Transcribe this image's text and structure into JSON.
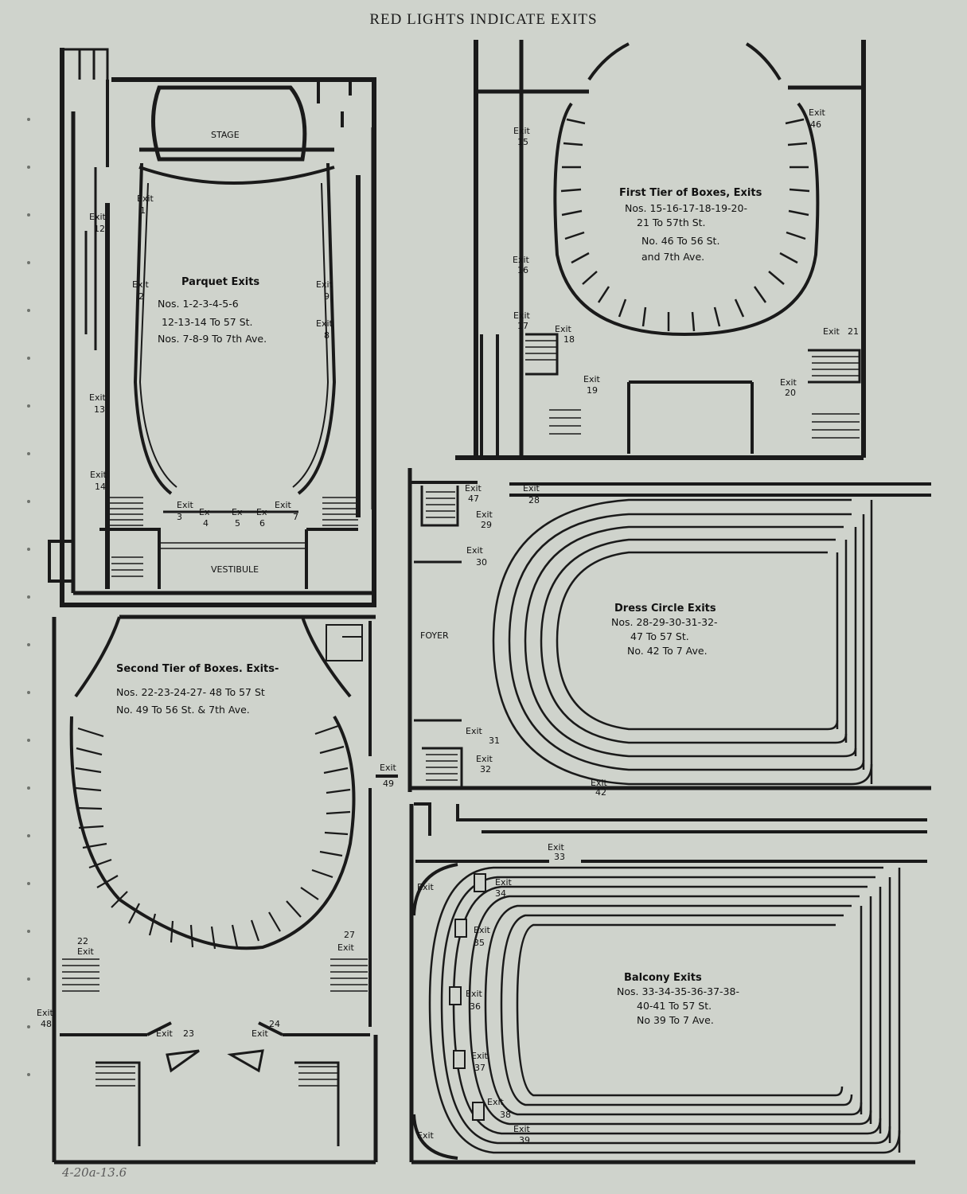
{
  "header": "RED LIGHTS INDICATE EXITS",
  "pencil_note": "4-20a-13.6",
  "panels": {
    "parquet": {
      "stage": "STAGE",
      "vestibule": "VESTIBULE",
      "title": "Parquet Exits",
      "lines": [
        "Nos. 1-2-3-4-5-6",
        "12-13-14 To 57 St.",
        "Nos. 7-8-9 To 7th Ave."
      ],
      "exits": {
        "e1": {
          "w": "Exit",
          "n": "1"
        },
        "e2": {
          "w": "Exit",
          "n": "2"
        },
        "e12": {
          "w": "Exit",
          "n": "12"
        },
        "e13": {
          "w": "Exit",
          "n": "13"
        },
        "e14": {
          "w": "Exit",
          "n": "14"
        },
        "e9": {
          "w": "Exit",
          "n": "9"
        },
        "e8": {
          "w": "Exit",
          "n": "8"
        },
        "e3": {
          "w": "Exit",
          "n": "3"
        },
        "e4": {
          "w": "Ex",
          "n": "4"
        },
        "e5": {
          "w": "Ex",
          "n": "5"
        },
        "e6": {
          "w": "Ex",
          "n": "6"
        },
        "e7": {
          "w": "Exit",
          "n": "7"
        }
      }
    },
    "first_tier": {
      "title": "First Tier of Boxes, Exits",
      "lines": [
        "Nos. 15-16-17-18-19-20-",
        "21 To 57th St.",
        "No. 46 To 56 St.",
        "and 7th Ave."
      ],
      "exits": {
        "e15": {
          "w": "Exit",
          "n": "15"
        },
        "e16": {
          "w": "Exit",
          "n": "16"
        },
        "e17": {
          "w": "Exit",
          "n": "17"
        },
        "e18": {
          "w": "Exit",
          "n": "18"
        },
        "e19": {
          "w": "Exit",
          "n": "19"
        },
        "e20": {
          "w": "Exit",
          "n": "20"
        },
        "e21": {
          "w": "Exit",
          "n": "21"
        },
        "e46": {
          "w": "Exit",
          "n": "46"
        }
      }
    },
    "dress_circle": {
      "foyer": "FOYER",
      "title": "Dress Circle Exits",
      "lines": [
        "Nos. 28-29-30-31-32-",
        "47 To 57 St.",
        "No. 42 To 7 Ave."
      ],
      "exits": {
        "e47": {
          "w": "Exit",
          "n": "47"
        },
        "e28": {
          "w": "Exit",
          "n": "28"
        },
        "e29": {
          "w": "Exit",
          "n": "29"
        },
        "e30": {
          "w": "Exit",
          "n": "30"
        },
        "e31": {
          "w": "Exit",
          "n": "31"
        },
        "e32": {
          "w": "Exit",
          "n": "32"
        },
        "e42": {
          "w": "Exit",
          "n": "42"
        }
      }
    },
    "second_tier": {
      "title": "Second Tier of Boxes. Exits-",
      "lines": [
        "Nos. 22-23-24-27- 48 To 57 St",
        "No. 49 To 56 St. & 7th Ave."
      ],
      "exits": {
        "e22": {
          "w": "Exit",
          "n": "22"
        },
        "e27": {
          "w": "Exit",
          "n": "27"
        },
        "e48": {
          "w": "Exit",
          "n": "48"
        },
        "e23": {
          "w": "Exit",
          "n": "23"
        },
        "e24": {
          "w": "Exit",
          "n": "24"
        },
        "e49": {
          "w": "Exit",
          "n": "49"
        }
      }
    },
    "balcony": {
      "title": "Balcony Exits",
      "lines": [
        "Nos. 33-34-35-36-37-38-",
        "40-41 To 57 St.",
        "No 39 To 7 Ave."
      ],
      "exits": {
        "e33": {
          "w": "Exit",
          "n": "33"
        },
        "e34": {
          "w": "Exit",
          "n": "34"
        },
        "e35": {
          "w": "Exit",
          "n": "35"
        },
        "e36": {
          "w": "Exit",
          "n": "36"
        },
        "e37": {
          "w": "Exit",
          "n": "37"
        },
        "e38": {
          "w": "Exit",
          "n": "38"
        },
        "e39": {
          "w": "Exit",
          "n": "39"
        },
        "e40": {
          "w": "Exit"
        },
        "e41": {
          "w": "Exit"
        }
      }
    }
  }
}
